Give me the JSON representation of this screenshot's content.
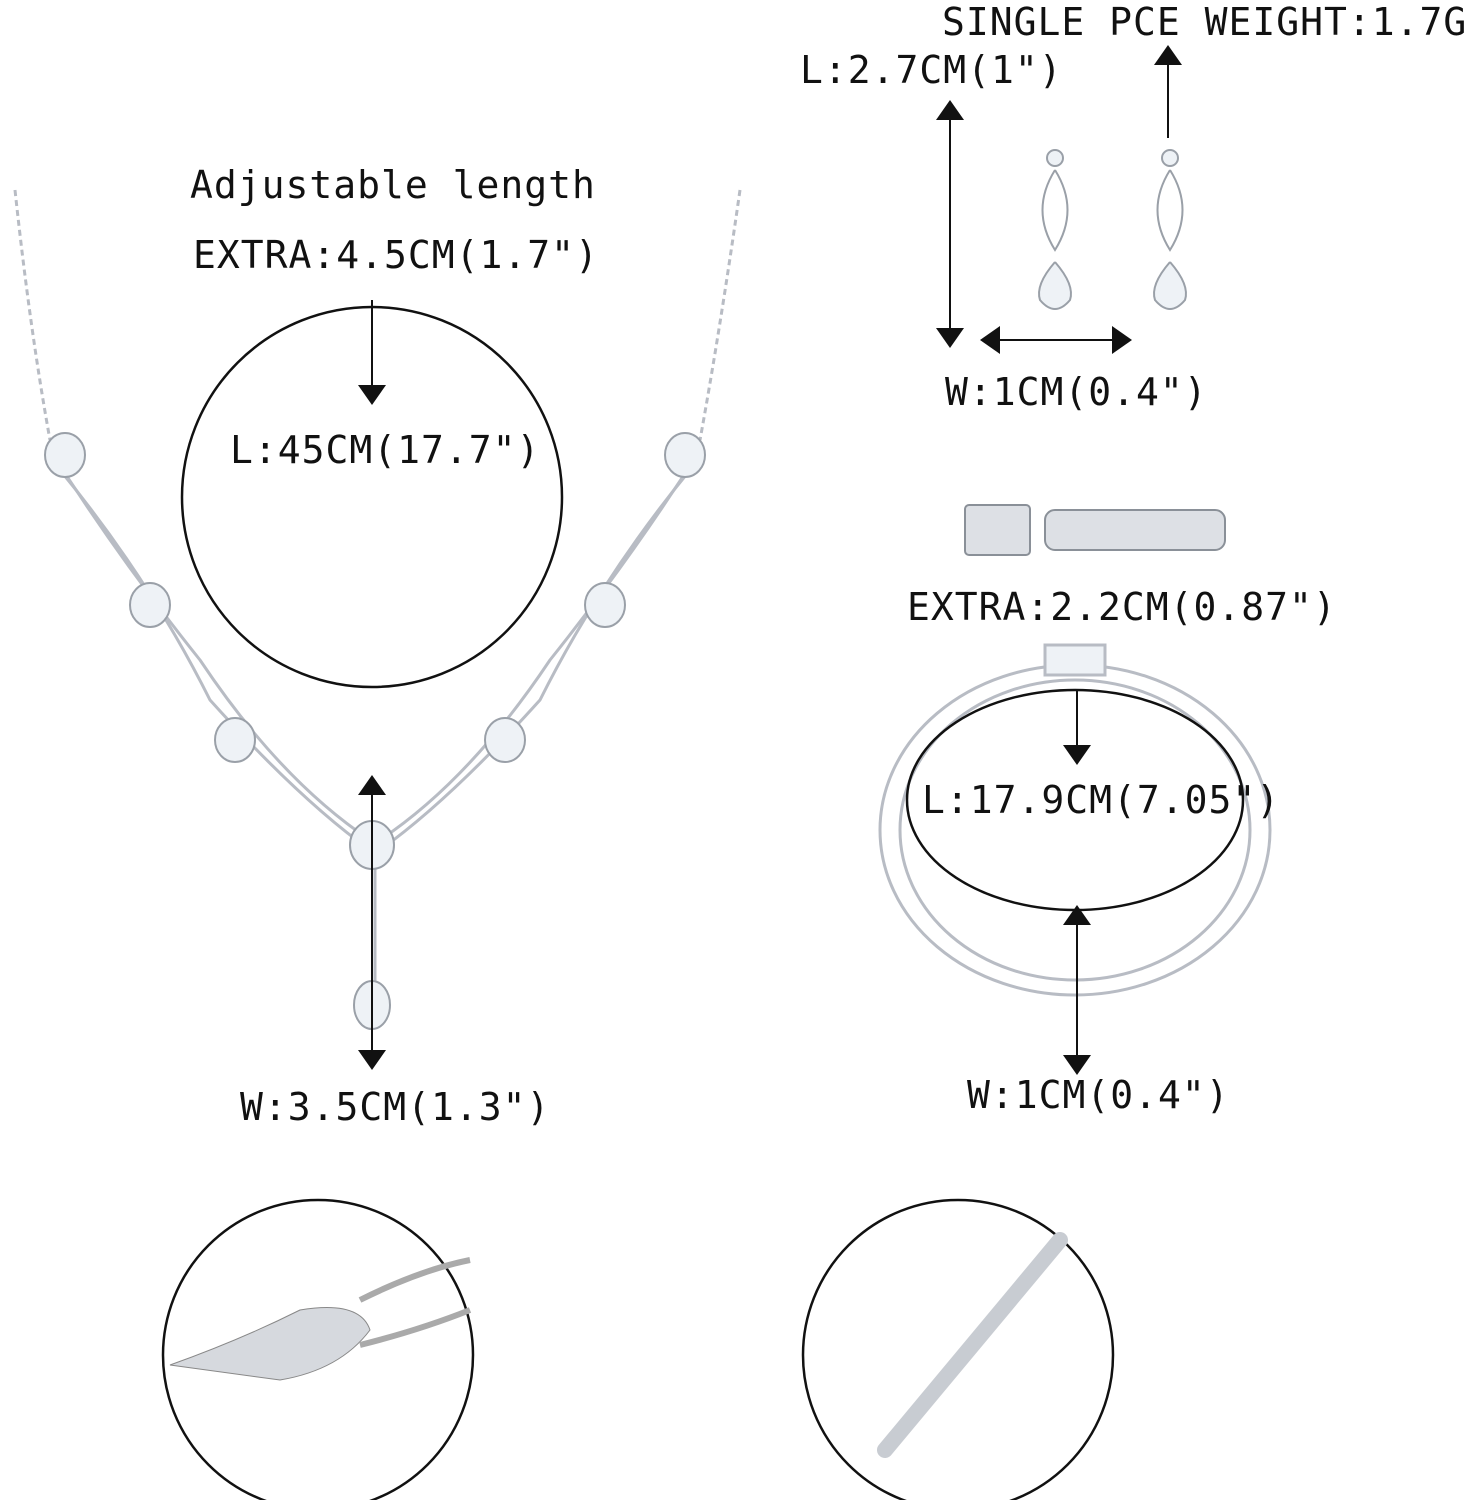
{
  "necklace": {
    "title": "Adjustable length",
    "extra": "EXTRA:4.5CM(1.7\")",
    "length": "L:45CM(17.7\")",
    "width": "W:3.5CM(1.3\")"
  },
  "earrings": {
    "weight": "SINGLE PCE WEIGHT:1.7G",
    "length": "L:2.7CM(1\")",
    "width": "W:1CM(0.4\")"
  },
  "bracelet": {
    "extra": "EXTRA:2.2CM(0.87\")",
    "length": "L:17.9CM(7.05\")",
    "width": "W:1CM(0.4\")"
  },
  "details": [
    {
      "name": "lobster-clasp-detail"
    },
    {
      "name": "earring-post-detail"
    }
  ],
  "colors": {
    "line": "#111111",
    "metal": "#c8ccd2",
    "stone": "#eef2f6"
  }
}
